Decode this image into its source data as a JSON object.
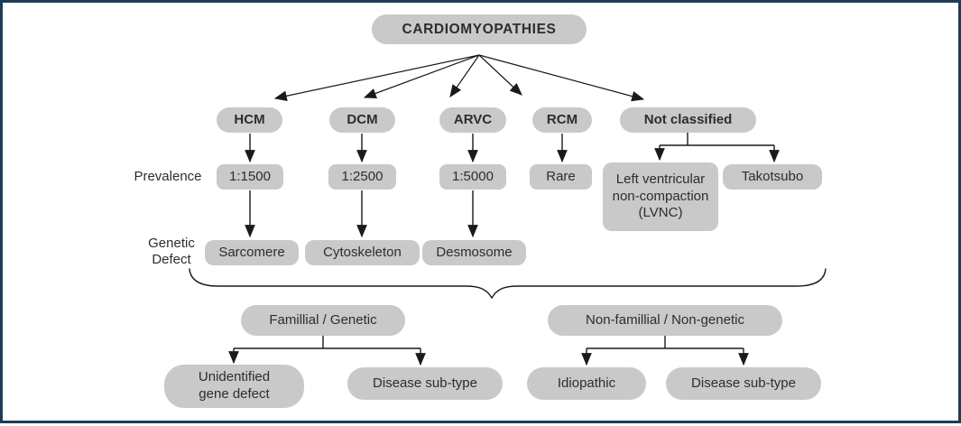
{
  "diagram": {
    "title": "CARDIOMYOPATHIES",
    "row_labels": {
      "prevalence": "Prevalence",
      "genetic_defect": "Genetic Defect"
    },
    "categories": {
      "hcm": {
        "label": "HCM",
        "prevalence": "1:1500",
        "genetic_defect": "Sarcomere"
      },
      "dcm": {
        "label": "DCM",
        "prevalence": "1:2500",
        "genetic_defect": "Cytoskeleton"
      },
      "arvc": {
        "label": "ARVC",
        "prevalence": "1:5000",
        "genetic_defect": "Desmosome"
      },
      "rcm": {
        "label": "RCM",
        "prevalence": "Rare"
      },
      "not_classified": {
        "label": "Not classified",
        "children": {
          "lvnc": "Left ventricular non-compaction (LVNC)",
          "takotsubo": "Takotsubo"
        }
      }
    },
    "etiology": {
      "familial": {
        "label": "Famillial / Genetic",
        "children": {
          "unidentified": "Unidentified gene defect",
          "subtype": "Disease sub-type"
        }
      },
      "non_familial": {
        "label": "Non-famillial / Non-genetic",
        "children": {
          "idiopathic": "Idiopathic",
          "subtype": "Disease sub-type"
        }
      }
    },
    "colors": {
      "box_fill": "#c9c9c9",
      "line": "#1a1a1a",
      "frame_border": "#1e3c59",
      "text": "#2d2d2d"
    }
  }
}
